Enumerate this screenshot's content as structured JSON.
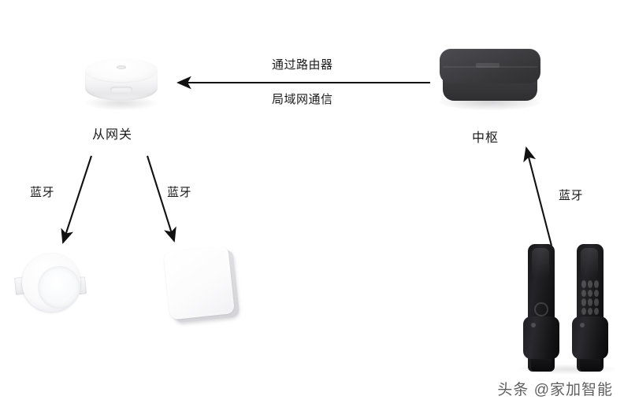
{
  "diagram": {
    "background_color": "#ffffff",
    "nodes": [
      {
        "id": "sub-gateway",
        "label": "从网关",
        "icon": "gateway-puck-icon"
      },
      {
        "id": "hub",
        "label": "中枢",
        "icon": "hub-box-icon"
      },
      {
        "id": "downlight",
        "label": "",
        "icon": "downlight-icon"
      },
      {
        "id": "wall-switch",
        "label": "",
        "icon": "wall-switch-icon"
      },
      {
        "id": "smart-lock",
        "label": "",
        "icon": "smart-lock-icon"
      }
    ],
    "edges": [
      {
        "id": "hub-to-gateway",
        "from": "hub",
        "to": "sub-gateway",
        "direction": "left",
        "label_top": "通过路由器",
        "label_bottom": "局域网通信"
      },
      {
        "id": "gateway-to-downlight",
        "from": "sub-gateway",
        "to": "downlight",
        "direction": "down-left",
        "label": "蓝牙"
      },
      {
        "id": "gateway-to-switch",
        "from": "sub-gateway",
        "to": "wall-switch",
        "direction": "down-right",
        "label": "蓝牙"
      },
      {
        "id": "lock-to-hub",
        "from": "smart-lock",
        "to": "hub",
        "direction": "up",
        "label": "蓝牙"
      }
    ],
    "line_color": "#111111"
  },
  "watermark": {
    "text": "头条 @家加智能"
  }
}
